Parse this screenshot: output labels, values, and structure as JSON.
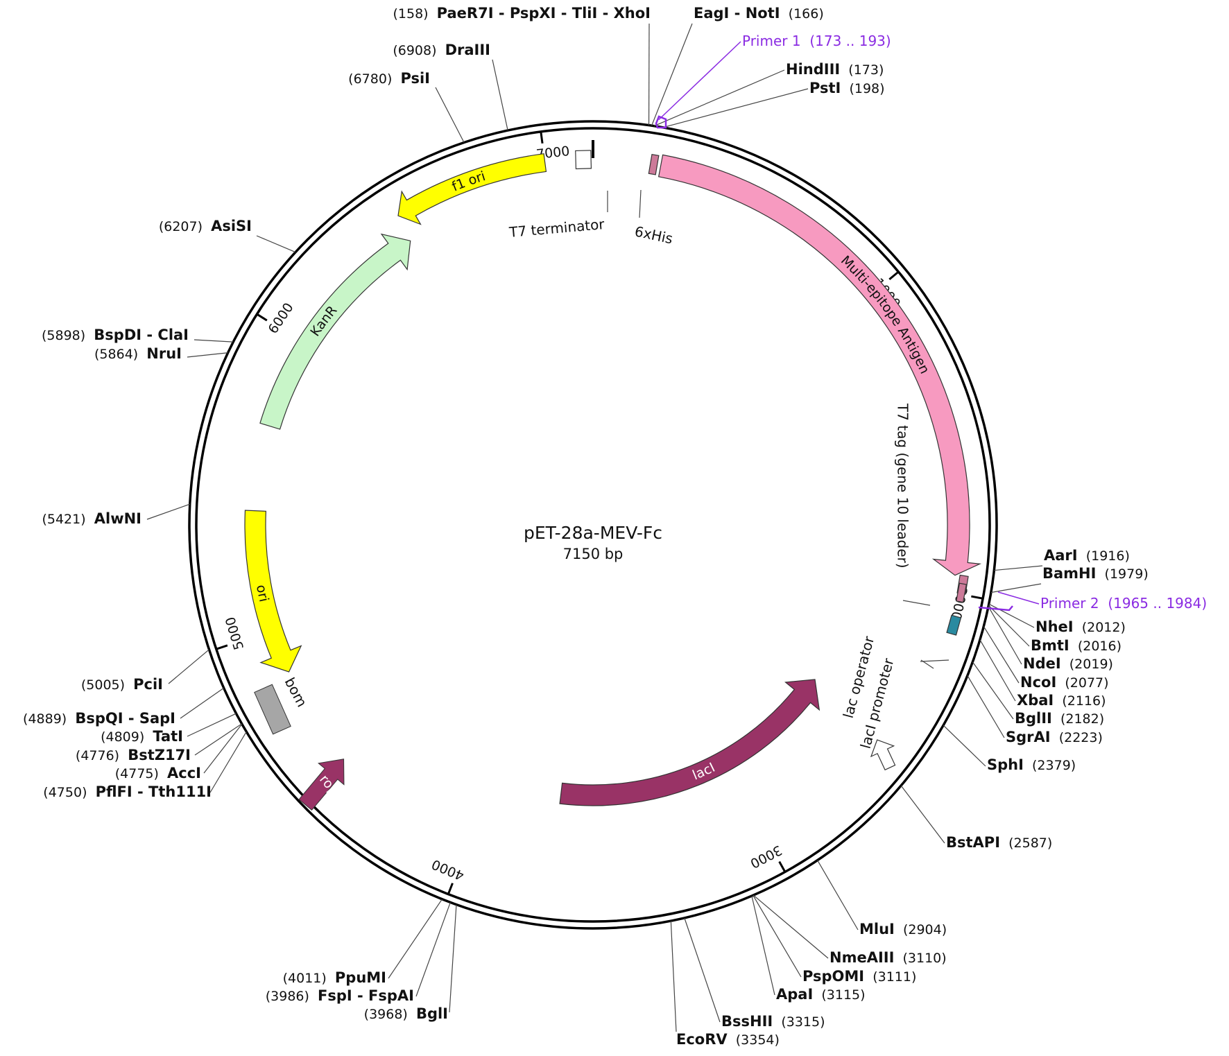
{
  "plasmid": {
    "name": "pET-28a-MEV-Fc",
    "length_label": "7150 bp",
    "length": 7150
  },
  "ticks": [
    {
      "pos": 1000,
      "label": "1000"
    },
    {
      "pos": 2000,
      "label": "2000"
    },
    {
      "pos": 3000,
      "label": "3000"
    },
    {
      "pos": 4000,
      "label": "4000"
    },
    {
      "pos": 5000,
      "label": "5000"
    },
    {
      "pos": 6000,
      "label": "6000"
    },
    {
      "pos": 7000,
      "label": "7000"
    }
  ],
  "colors": {
    "multi_epitope": "#f79ac0",
    "f1_ori": "#ffff00",
    "ori": "#ffff00",
    "kanr": "#c8f5c8",
    "laci": "#993366",
    "rop": "#993366",
    "bom": "#a6a6a6",
    "lac_operator": "#2a8aa0",
    "his": "#cc7a99",
    "primer": "#8a2be2"
  },
  "features": [
    {
      "id": "multi-epitope-antigen",
      "label": "Multi-epitope Antigen",
      "start": 212,
      "end": 1945,
      "direction": "cw"
    },
    {
      "id": "f1-ori",
      "label": "f1 ori",
      "start": 6510,
      "end": 7000,
      "direction": "ccw"
    },
    {
      "id": "kanr",
      "label": "KanR",
      "start": 5700,
      "end": 6500,
      "direction": "cw"
    },
    {
      "id": "ori",
      "label": "ori",
      "start": 4850,
      "end": 5410,
      "direction": "ccw"
    },
    {
      "id": "laci",
      "label": "lacI",
      "start": 2480,
      "end": 3710,
      "direction": "ccw"
    },
    {
      "id": "rop",
      "label": "rop",
      "center": 4625,
      "direction": "ccw"
    },
    {
      "id": "bom",
      "label": "bom",
      "center": 4950
    },
    {
      "id": "t7-terminator",
      "label": "T7 terminator",
      "center": 7120
    },
    {
      "id": "6xhis",
      "label": "6xHis",
      "center": 190
    },
    {
      "id": "t7-tag",
      "label": "T7 tag (gene 10 leader)",
      "center": 1985
    },
    {
      "id": "lac-operator",
      "label": "lac operator",
      "center": 2095
    },
    {
      "id": "laci-promoter",
      "label": "lacI promoter",
      "center": 2420
    }
  ],
  "sites": [
    {
      "name": "PaeR7I - PspXI - TliI - XhoI",
      "pos_label": "(158)",
      "pos": 158
    },
    {
      "name": "EagI - NotI",
      "pos_label": "(166)",
      "pos": 166
    },
    {
      "name": "HindIII",
      "pos_label": "(173)",
      "pos": 173
    },
    {
      "name": "PstI",
      "pos_label": "(198)",
      "pos": 198
    },
    {
      "name": "DraIII",
      "pos_label": "(6908)",
      "pos": 6908
    },
    {
      "name": "PsiI",
      "pos_label": "(6780)",
      "pos": 6780
    },
    {
      "name": "AsiSI",
      "pos_label": "(6207)",
      "pos": 6207
    },
    {
      "name": "BspDI - ClaI",
      "pos_label": "(5898)",
      "pos": 5898
    },
    {
      "name": "NruI",
      "pos_label": "(5864)",
      "pos": 5864
    },
    {
      "name": "AlwNI",
      "pos_label": "(5421)",
      "pos": 5421
    },
    {
      "name": "PciI",
      "pos_label": "(5005)",
      "pos": 5005
    },
    {
      "name": "BspQI - SapI",
      "pos_label": "(4889)",
      "pos": 4889
    },
    {
      "name": "TatI",
      "pos_label": "(4809)",
      "pos": 4809
    },
    {
      "name": "BstZ17I",
      "pos_label": "(4776)",
      "pos": 4776
    },
    {
      "name": "AccI",
      "pos_label": "(4775)",
      "pos": 4775
    },
    {
      "name": "PflFI - Tth111I",
      "pos_label": "(4750)",
      "pos": 4750
    },
    {
      "name": "AarI",
      "pos_label": "(1916)",
      "pos": 1916
    },
    {
      "name": "BamHI",
      "pos_label": "(1979)",
      "pos": 1979
    },
    {
      "name": "NheI",
      "pos_label": "(2012)",
      "pos": 2012
    },
    {
      "name": "BmtI",
      "pos_label": "(2016)",
      "pos": 2016
    },
    {
      "name": "NdeI",
      "pos_label": "(2019)",
      "pos": 2019
    },
    {
      "name": "NcoI",
      "pos_label": "(2077)",
      "pos": 2077
    },
    {
      "name": "XbaI",
      "pos_label": "(2116)",
      "pos": 2116
    },
    {
      "name": "BglII",
      "pos_label": "(2182)",
      "pos": 2182
    },
    {
      "name": "SgrAI",
      "pos_label": "(2223)",
      "pos": 2223
    },
    {
      "name": "SphI",
      "pos_label": "(2379)",
      "pos": 2379
    },
    {
      "name": "BstAPI",
      "pos_label": "(2587)",
      "pos": 2587
    },
    {
      "name": "MluI",
      "pos_label": "(2904)",
      "pos": 2904
    },
    {
      "name": "NmeAIII",
      "pos_label": "(3110)",
      "pos": 3110
    },
    {
      "name": "PspOMI",
      "pos_label": "(3111)",
      "pos": 3111
    },
    {
      "name": "ApaI",
      "pos_label": "(3115)",
      "pos": 3115
    },
    {
      "name": "BssHII",
      "pos_label": "(3315)",
      "pos": 3315
    },
    {
      "name": "EcoRV",
      "pos_label": "(3354)",
      "pos": 3354
    },
    {
      "name": "PpuMI",
      "pos_label": "(4011)",
      "pos": 4011
    },
    {
      "name": "FspI - FspAI",
      "pos_label": "(3986)",
      "pos": 3986
    },
    {
      "name": "BglI",
      "pos_label": "(3968)",
      "pos": 3968
    }
  ],
  "primers": [
    {
      "name": "Primer 1",
      "range": "(173 .. 193)",
      "start": 173,
      "end": 193
    },
    {
      "name": "Primer 2",
      "range": "(1965 .. 1984)",
      "start": 1965,
      "end": 1984
    }
  ]
}
